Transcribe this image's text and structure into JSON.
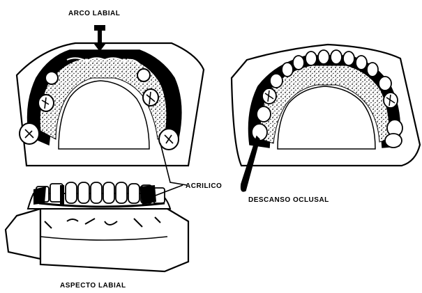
{
  "labels": {
    "top": "ARCO LABIAL",
    "middle": "ACRILICO",
    "right": "DESCANSO OCLUSAL",
    "bottom": "ASPECTO LABIAL"
  },
  "colors": {
    "ink": "#000000",
    "paper": "#ffffff"
  }
}
